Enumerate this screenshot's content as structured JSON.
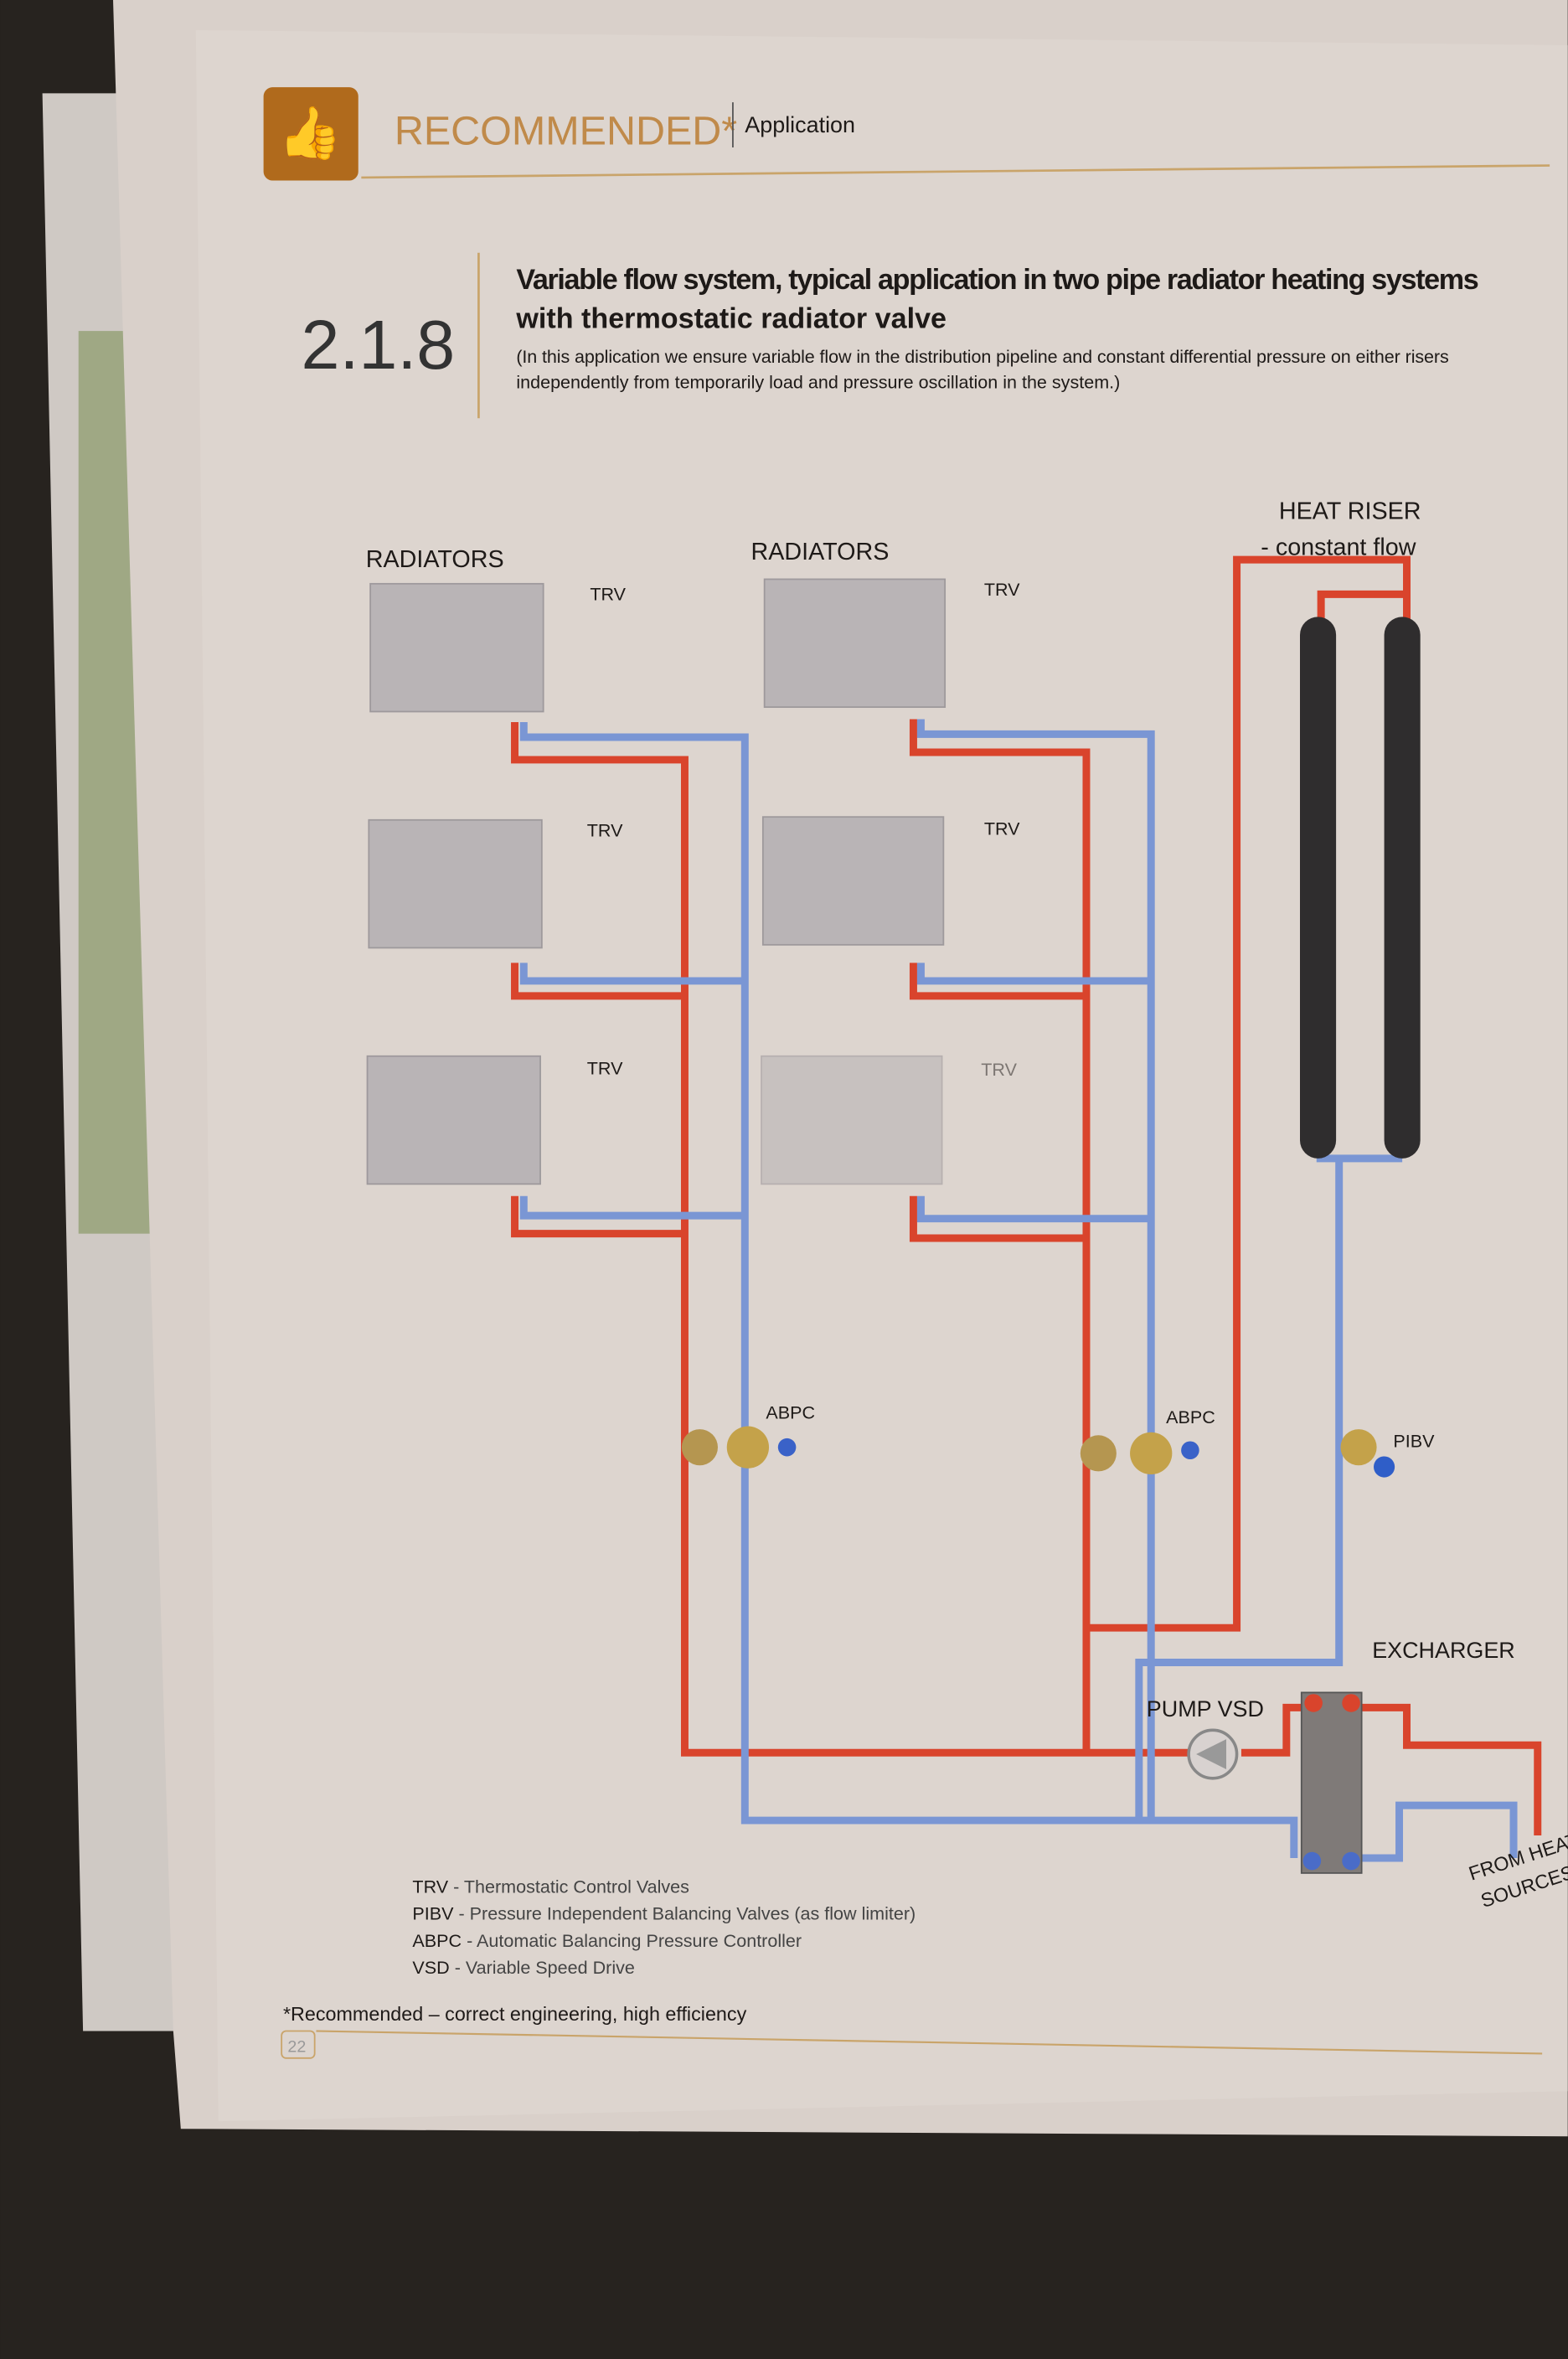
{
  "header": {
    "section": "RECOMMENDED*",
    "category": "Application",
    "logo_icon": "thumbs-up-icon"
  },
  "section_number": "2.1.8",
  "title_line1": "Variable flow system, typical application in two pipe radiator heating systems",
  "title_line2": "with thermostatic radiator valve",
  "subtitle_line1": "(In this application we ensure variable flow in the distribution pipeline and constant differential pressure on either risers",
  "subtitle_line2": "independently from temporarily load and pressure oscillation in the system.)",
  "diagram": {
    "radiators_label": "RADIATORS",
    "trv": "TRV",
    "abpc": "ABPC",
    "pibv": "PIBV",
    "heat_riser": "HEAT RISER",
    "constant_flow": "- constant flow",
    "excharger": "EXCHARGER",
    "pump": "PUMP VSD",
    "from_heat": "FROM HEAT",
    "sources": "SOURCES",
    "colors": {
      "supply": "#d9442c",
      "return": "#7a96d4",
      "accent": "#b5741e"
    }
  },
  "legend": [
    {
      "abbr": "TRV",
      "text": " - Thermostatic Control Valves"
    },
    {
      "abbr": "PIBV",
      "text": " - Pressure Independent Balancing Valves (as flow limiter)"
    },
    {
      "abbr": "ABPC",
      "text": " - Automatic Balancing Pressure Controller"
    },
    {
      "abbr": "VSD",
      "text": " - Variable Speed Drive"
    }
  ],
  "footnote": "*Recommended – correct engineering, high efficiency",
  "page_number": "22"
}
